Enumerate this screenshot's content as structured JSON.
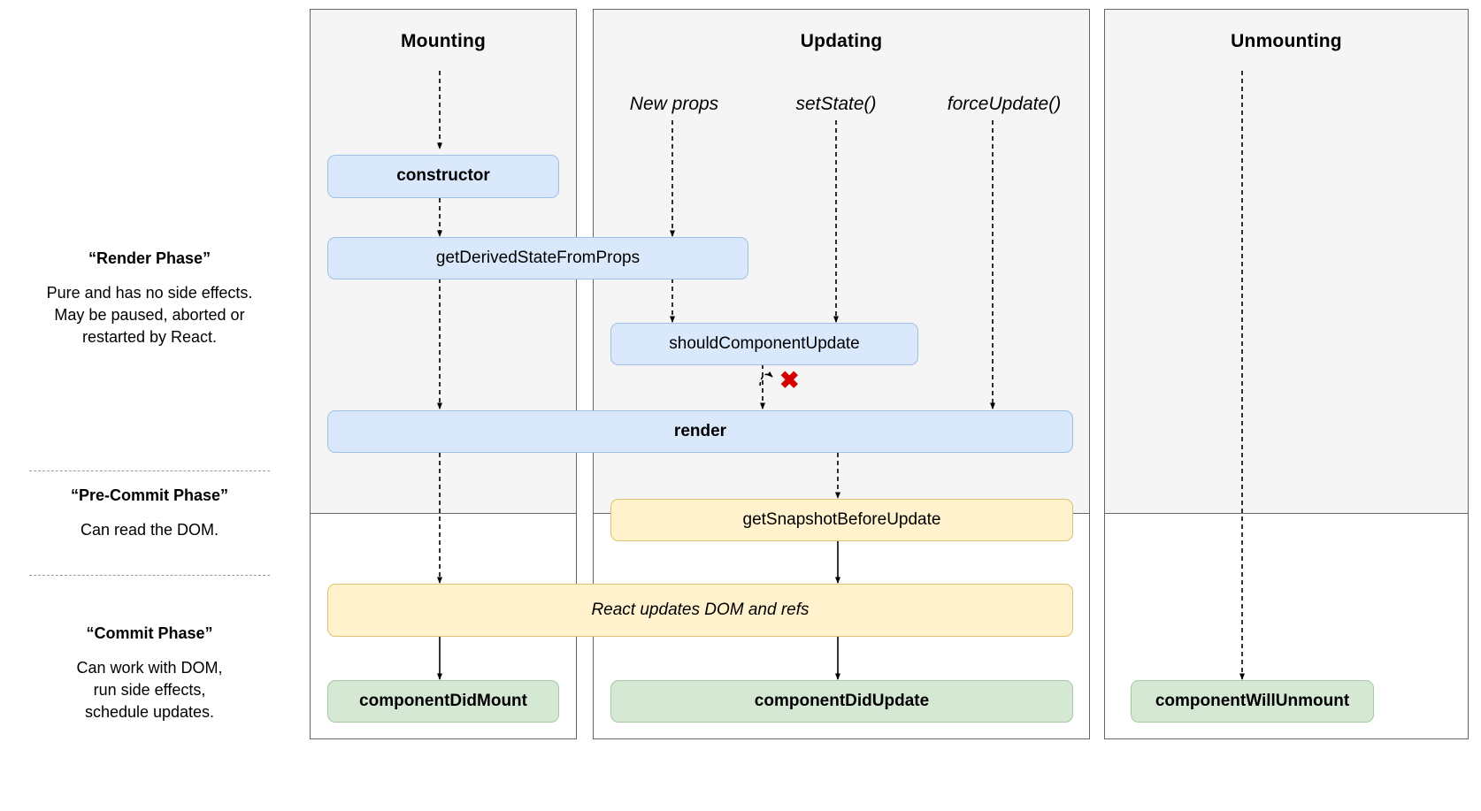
{
  "diagram": {
    "title": "React component lifecycle",
    "palette": {
      "render_phase_fill": "#dae8fc",
      "render_phase_stroke": "#6c8ebf",
      "commit_phase_fill": "#fff2cc",
      "commit_phase_stroke": "#d6b656",
      "did_fill": "#d5e8d4",
      "did_stroke": "#82b366",
      "lane_header_fill": "#f5f5f5",
      "lane_stroke": "#666666",
      "x_mark": "#d40000"
    }
  },
  "legend": {
    "render_phase": {
      "title": "“Render Phase”",
      "body": "Pure and has no side effects.\nMay be paused, aborted or\nrestarted by React."
    },
    "pre_commit_phase": {
      "title": "“Pre-Commit Phase”",
      "body": "Can read the DOM."
    },
    "commit_phase": {
      "title": "“Commit Phase”",
      "body": "Can work with DOM,\nrun side effects,\nschedule updates."
    }
  },
  "lanes": [
    {
      "id": "mounting",
      "title": "Mounting"
    },
    {
      "id": "updating",
      "title": "Updating"
    },
    {
      "id": "unmounting",
      "title": "Unmounting"
    }
  ],
  "triggers": [
    {
      "id": "new-props",
      "label": "New props"
    },
    {
      "id": "set-state",
      "label": "setState()"
    },
    {
      "id": "force-update",
      "label": "forceUpdate()"
    }
  ],
  "nodes": {
    "constructor": "constructor",
    "get_derived_state": "getDerivedStateFromProps",
    "should_component_update": "shouldComponentUpdate",
    "render": "render",
    "get_snapshot": "getSnapshotBeforeUpdate",
    "react_updates": "React updates DOM and refs",
    "component_did_mount": "componentDidMount",
    "component_did_update": "componentDidUpdate",
    "component_will_unmount": "componentWillUnmount"
  },
  "annotations": {
    "skip_render_mark": "✖"
  }
}
